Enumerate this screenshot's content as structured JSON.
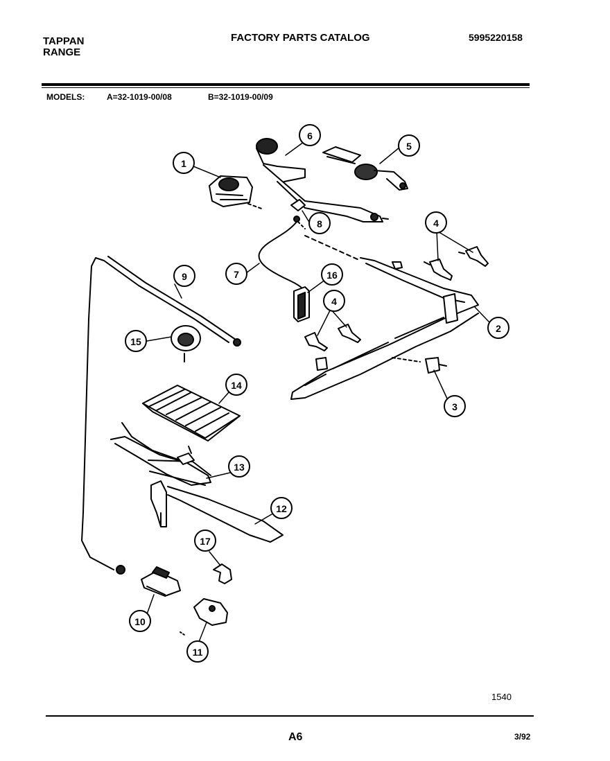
{
  "header": {
    "brand": "TAPPAN",
    "product": "RANGE",
    "catalog_title": "FACTORY PARTS CATALOG",
    "catalog_number": "5995220158"
  },
  "models": {
    "label": "MODELS:",
    "model_a": "A=32-1019-00/08",
    "model_b": "B=32-1019-00/09"
  },
  "callouts": [
    {
      "id": "1",
      "label": "1"
    },
    {
      "id": "2",
      "label": "2"
    },
    {
      "id": "3",
      "label": "3"
    },
    {
      "id": "4a",
      "label": "4"
    },
    {
      "id": "4b",
      "label": "4"
    },
    {
      "id": "5",
      "label": "5"
    },
    {
      "id": "6",
      "label": "6"
    },
    {
      "id": "7",
      "label": "7"
    },
    {
      "id": "8",
      "label": "8"
    },
    {
      "id": "9",
      "label": "9"
    },
    {
      "id": "10",
      "label": "10"
    },
    {
      "id": "11",
      "label": "11"
    },
    {
      "id": "12",
      "label": "12"
    },
    {
      "id": "13",
      "label": "13"
    },
    {
      "id": "14",
      "label": "14"
    },
    {
      "id": "15",
      "label": "15"
    },
    {
      "id": "16",
      "label": "16"
    },
    {
      "id": "17",
      "label": "17"
    }
  ],
  "footer": {
    "drawing_number": "1540",
    "page": "A6",
    "date": "3/92"
  }
}
